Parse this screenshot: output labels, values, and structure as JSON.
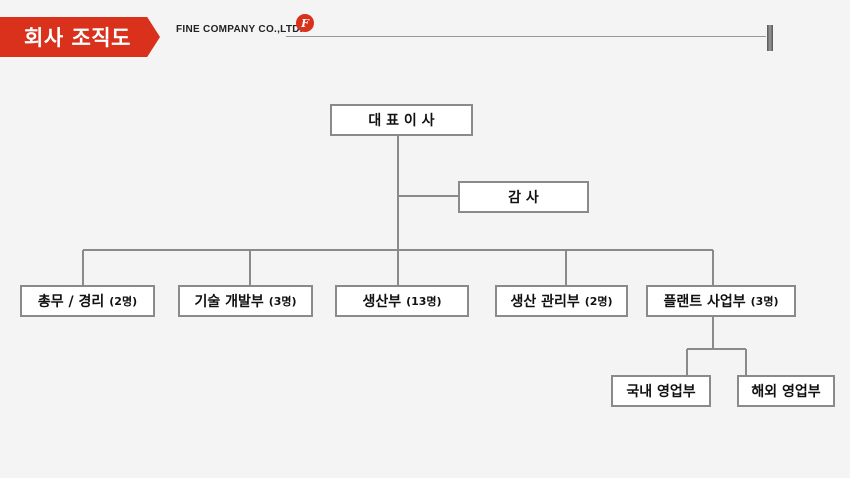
{
  "header": {
    "title": "회사 조직도",
    "company": "FINE  COMPANY  CO.,LTD."
  },
  "colors": {
    "accent": "#d9311c",
    "border": "#8a8a8a",
    "line": "#8a8a8a"
  },
  "org": {
    "ceo": "대 표 이 사",
    "auditor": "감 사",
    "departments": [
      {
        "name": "총무 / 경리",
        "count": "(2명)"
      },
      {
        "name": "기술 개발부",
        "count": "(3명)"
      },
      {
        "name": "생산부",
        "count": "(13명)"
      },
      {
        "name": "생산 관리부",
        "count": "(2명)"
      },
      {
        "name": "플랜트 사업부",
        "count": "(3명)"
      }
    ],
    "sub_departments": [
      {
        "name": "국내 영업부"
      },
      {
        "name": "해외 영업부"
      }
    ]
  }
}
